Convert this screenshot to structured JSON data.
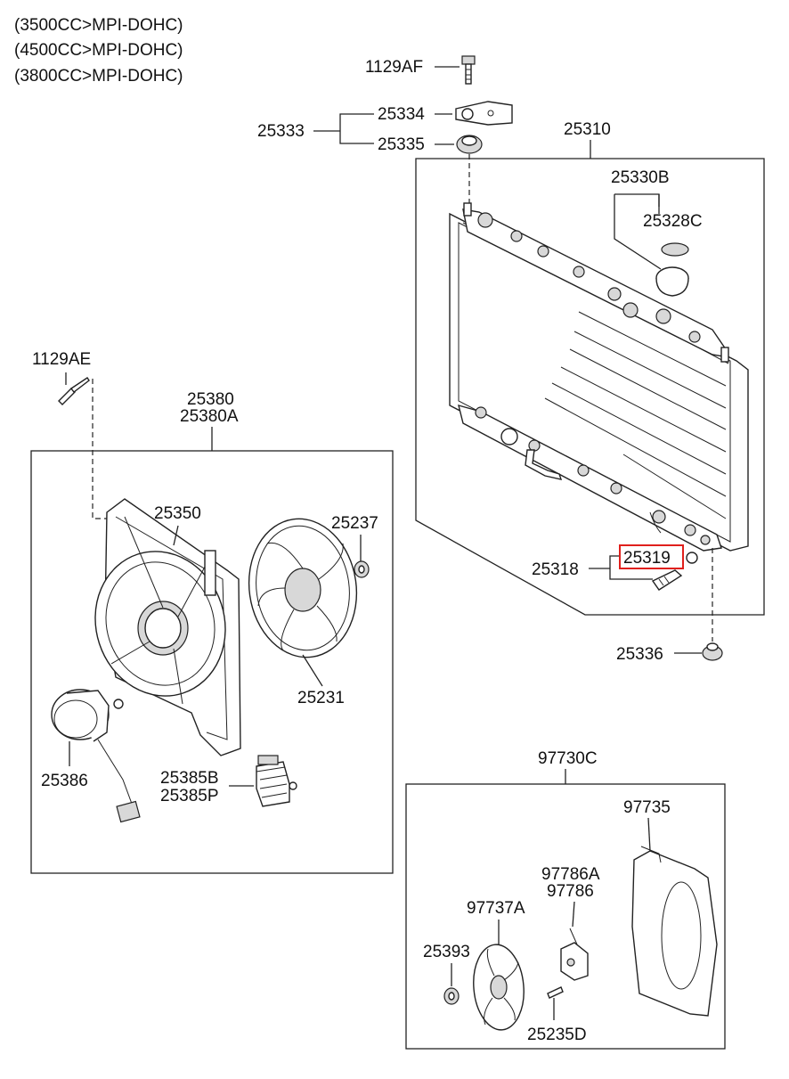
{
  "header": {
    "variants": [
      "(3500CC>MPI-DOHC)",
      "(4500CC>MPI-DOHC)",
      "(3800CC>MPI-DOHC)"
    ]
  },
  "labels": {
    "p1129AF": "1129AF",
    "p25334": "25334",
    "p25333": "25333",
    "p25335": "25335",
    "p25310": "25310",
    "p25330B": "25330B",
    "p25328C": "25328C",
    "p1129AE": "1129AE",
    "p25380": "25380",
    "p25380A": "25380A",
    "p25350": "25350",
    "p25237": "25237",
    "p25318": "25318",
    "p25319": "25319",
    "p25336": "25336",
    "p25231": "25231",
    "p25386": "25386",
    "p25385B": "25385B",
    "p25385P": "25385P",
    "p97730C": "97730C",
    "p97735": "97735",
    "p97786A": "97786A",
    "p97786": "97786",
    "p97737A": "97737A",
    "p25393": "25393",
    "p25235D": "25235D"
  },
  "highlight": {
    "part": "25319",
    "color": "#e0201c"
  }
}
